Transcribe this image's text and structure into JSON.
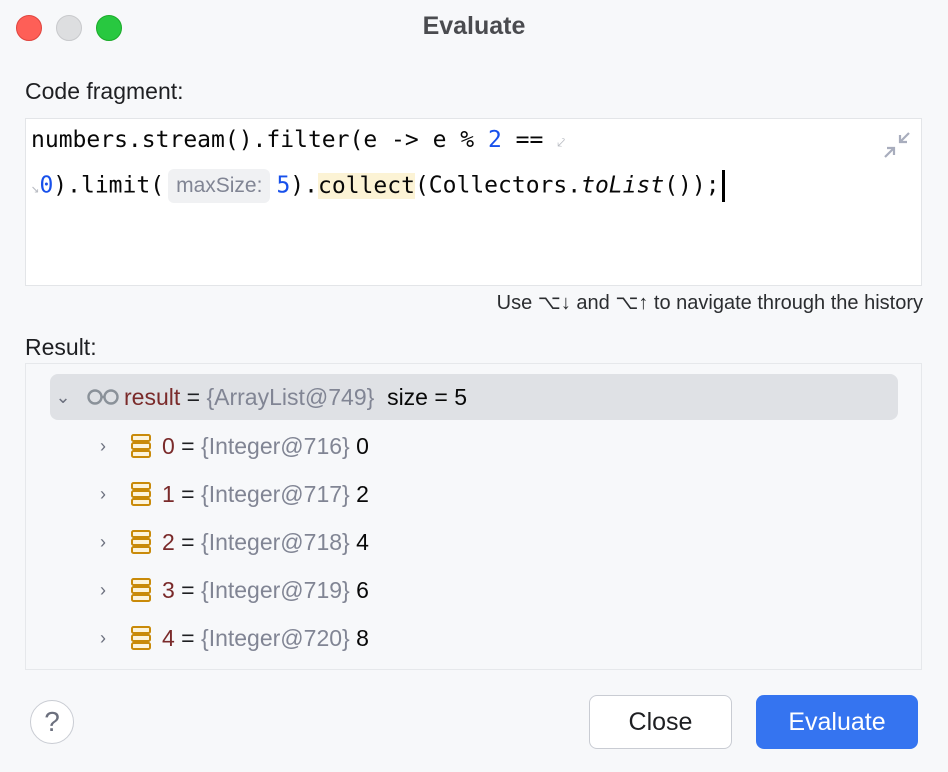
{
  "window": {
    "title": "Evaluate",
    "traffic_lights": [
      "close",
      "minimize-disabled",
      "zoom"
    ]
  },
  "code_fragment": {
    "label": "Code fragment:",
    "line1": {
      "part1": "numbers.stream().filter(e -> e % ",
      "num1": "2",
      "part2": " ==",
      "wrap_icon": "soft-wrap-icon"
    },
    "line2": {
      "wrap_icon": "soft-wrap-continuation-icon",
      "num0": "0",
      "part1": ").limit(",
      "param_hint": "maxSize:",
      "num5": "5",
      "part2": ").",
      "highlighted": "collect",
      "part3": "(Collectors.",
      "italic": "toList",
      "part4": "());"
    },
    "collapse_icon": "collapse-icon",
    "history_hint": "Use ⌥↓ and ⌥↑ to navigate through the history"
  },
  "result": {
    "label": "Result:",
    "root": {
      "name": "result",
      "eq": " = ",
      "ref": "{ArrayList@749}",
      "extra": "  size = 5",
      "icon": "watch-glasses-icon",
      "expanded": true
    },
    "children": [
      {
        "index": "0",
        "ref": "{Integer@716}",
        "value": "0"
      },
      {
        "index": "1",
        "ref": "{Integer@717}",
        "value": "2"
      },
      {
        "index": "2",
        "ref": "{Integer@718}",
        "value": "4"
      },
      {
        "index": "3",
        "ref": "{Integer@719}",
        "value": "6"
      },
      {
        "index": "4",
        "ref": "{Integer@720}",
        "value": "8"
      }
    ]
  },
  "footer": {
    "help_label": "?",
    "close_label": "Close",
    "evaluate_label": "Evaluate"
  },
  "colors": {
    "accent": "#3574f0",
    "number": "#1750eb",
    "var_name": "#7a2a2a",
    "ref_gray": "#818594",
    "field_icon": "#c98a09",
    "highlight": "#fcf3d5",
    "selection": "#dfe1e5"
  }
}
